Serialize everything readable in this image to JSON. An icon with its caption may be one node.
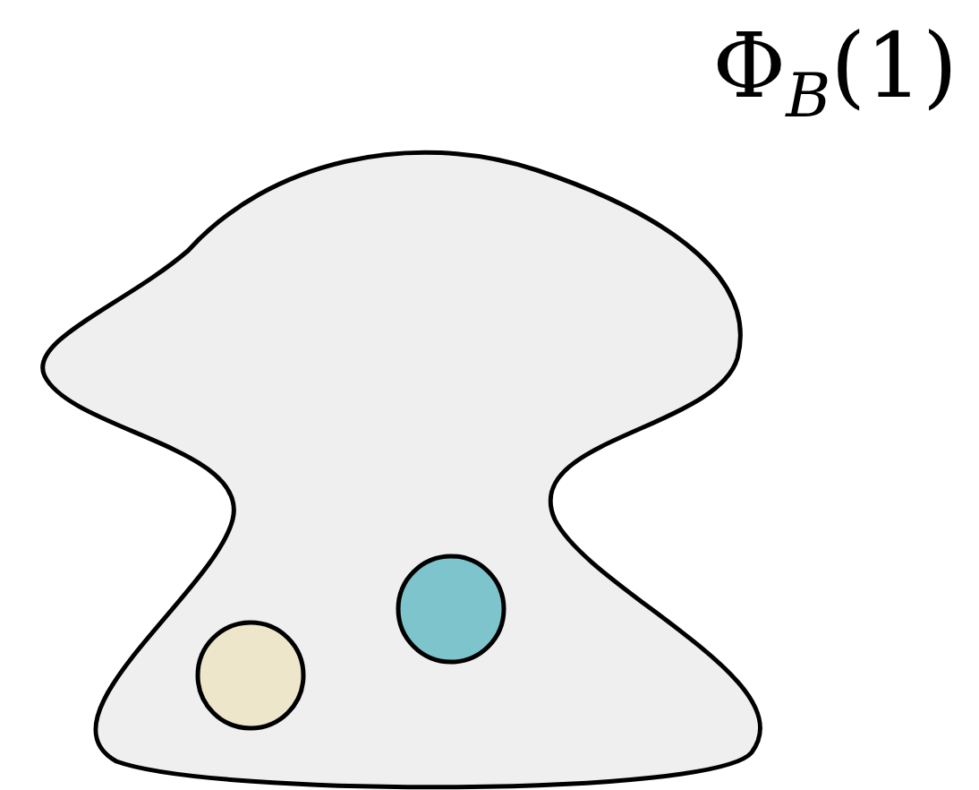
{
  "diagram": {
    "nodes": [
      {
        "text": [
          "Φ$_{B}$(1)"
        ]
      },
      {
        "text": [],
        "shape": "circle",
        "in": 0
      },
      {
        "text": [],
        "shape": "circle",
        "in": 0
      }
    ],
    "edges": []
  }
}
